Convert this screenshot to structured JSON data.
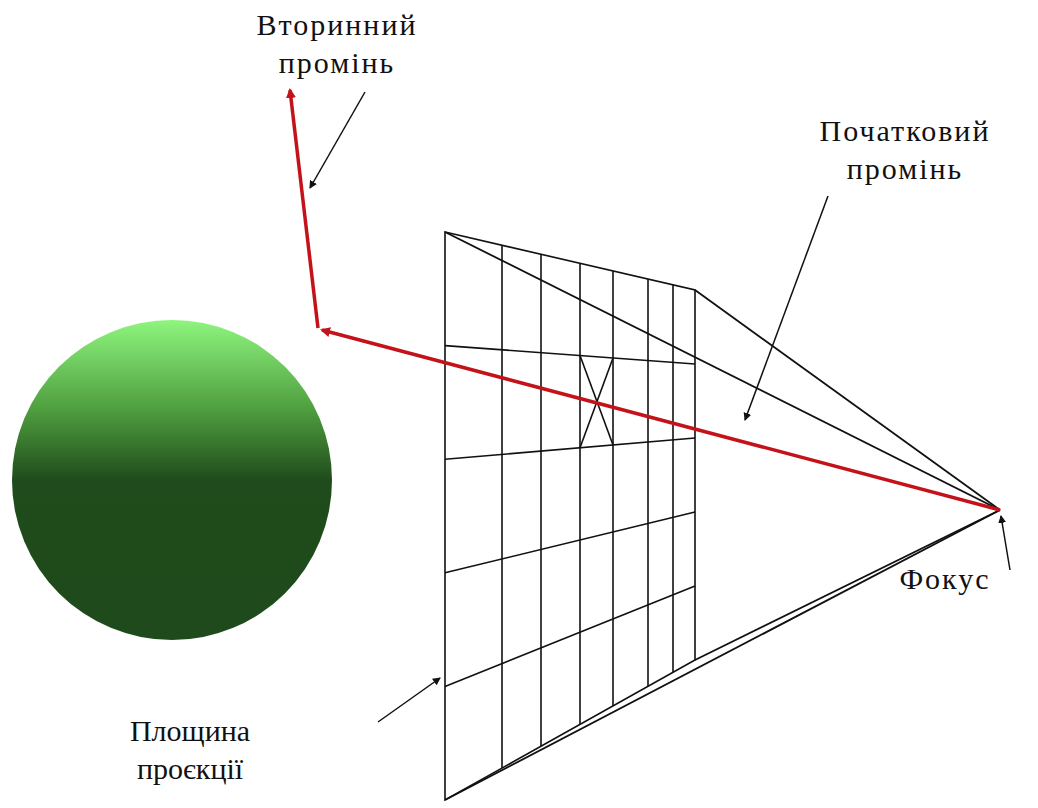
{
  "diagram": {
    "labels": [
      "Вторинний промінь",
      "Початковий промінь",
      "Фокус",
      "Площина проєкції"
    ]
  }
}
